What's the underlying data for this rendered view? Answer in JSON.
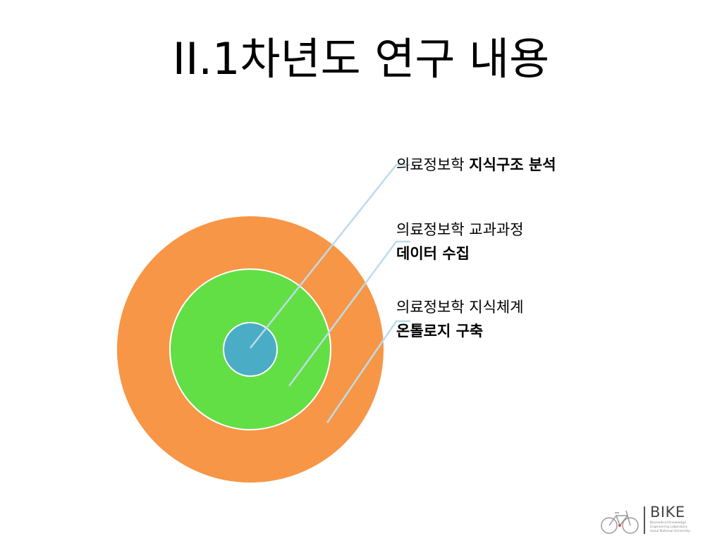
{
  "title": "II.1차년도 연구 내용",
  "layers": [
    {
      "name": "inner",
      "color": "#4bacc6",
      "label_prefix": "의료정보학 ",
      "label_bold": "지식구조 분석"
    },
    {
      "name": "middle",
      "color": "#62df45",
      "label_line1": "의료정보학 교과과정",
      "label_bold": "데이터 수집"
    },
    {
      "name": "outer",
      "color": "#f79646",
      "label_line1": "의료정보학 지식체계",
      "label_bold": "온톨로지 구축"
    }
  ],
  "connector_color": "#bcdce8",
  "logo": {
    "name": "BIKE",
    "subtitle_lines": [
      "Biomedical Knowledge",
      "Engineering Laboratory",
      "Seoul National University"
    ]
  }
}
